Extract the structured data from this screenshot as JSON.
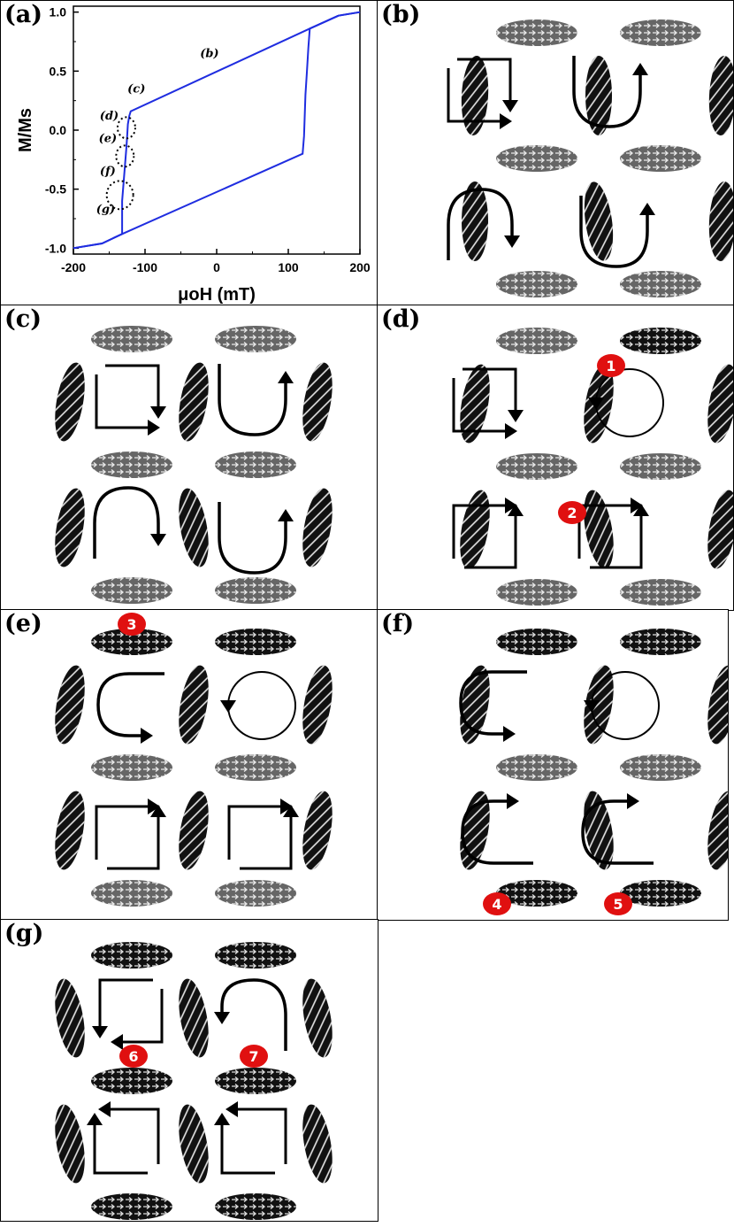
{
  "panels": [
    {
      "label": "(a)"
    },
    {
      "label": "(b)"
    },
    {
      "label": "(c)"
    },
    {
      "label": "(d)"
    },
    {
      "label": "(e)"
    },
    {
      "label": "(f)"
    },
    {
      "label": "(g)"
    }
  ],
  "chart_data": {
    "type": "line",
    "xlabel": "μoH (mT)",
    "ylabel": "M/Ms",
    "xlim": [
      -200,
      200
    ],
    "ylim": [
      -1.05,
      1.05
    ],
    "x_ticks": [
      "-200",
      "-100",
      "0",
      "100",
      "200"
    ],
    "y_ticks": [
      "1.0",
      "0.5",
      "0.0",
      "-0.5",
      "-1.0"
    ],
    "series": [
      {
        "values_descending_branch": [
          [
            200,
            1.0
          ],
          [
            170,
            0.97
          ],
          [
            130,
            0.86
          ],
          [
            -120,
            0.16
          ],
          [
            -122,
            0.12
          ],
          [
            -124,
            0.05
          ],
          [
            -125,
            -0.05
          ],
          [
            -126,
            -0.15
          ],
          [
            -128,
            -0.3
          ],
          [
            -130,
            -0.45
          ],
          [
            -132,
            -0.6
          ],
          [
            -132,
            -0.88
          ],
          [
            -160,
            -0.96
          ],
          [
            -200,
            -1.0
          ]
        ],
        "values_ascending_branch": [
          [
            -200,
            -1.0
          ],
          [
            -160,
            -0.96
          ],
          [
            -132,
            -0.88
          ],
          [
            120,
            -0.2
          ],
          [
            122,
            -0.05
          ],
          [
            124,
            0.3
          ],
          [
            126,
            0.5
          ],
          [
            128,
            0.7
          ],
          [
            130,
            0.86
          ],
          [
            170,
            0.97
          ],
          [
            200,
            1.0
          ]
        ],
        "color": "#1f2de0"
      }
    ],
    "annotations": [
      {
        "text": "(b)",
        "x": -10,
        "y": 0.62
      },
      {
        "text": "(c)",
        "x": -112,
        "y": 0.32
      },
      {
        "text": "(d)",
        "x": -150,
        "y": 0.09
      },
      {
        "text": "(e)",
        "x": -152,
        "y": -0.1
      },
      {
        "text": "(f)",
        "x": -152,
        "y": -0.38
      },
      {
        "text": "(g)",
        "x": -155,
        "y": -0.7
      }
    ]
  },
  "badges": [
    "1",
    "2",
    "3",
    "4",
    "5",
    "6",
    "7"
  ],
  "colors": {
    "curve": "#1f2de0",
    "badge": "#e01010",
    "gray_magnet": "#666666",
    "black_magnet": "#111111"
  }
}
